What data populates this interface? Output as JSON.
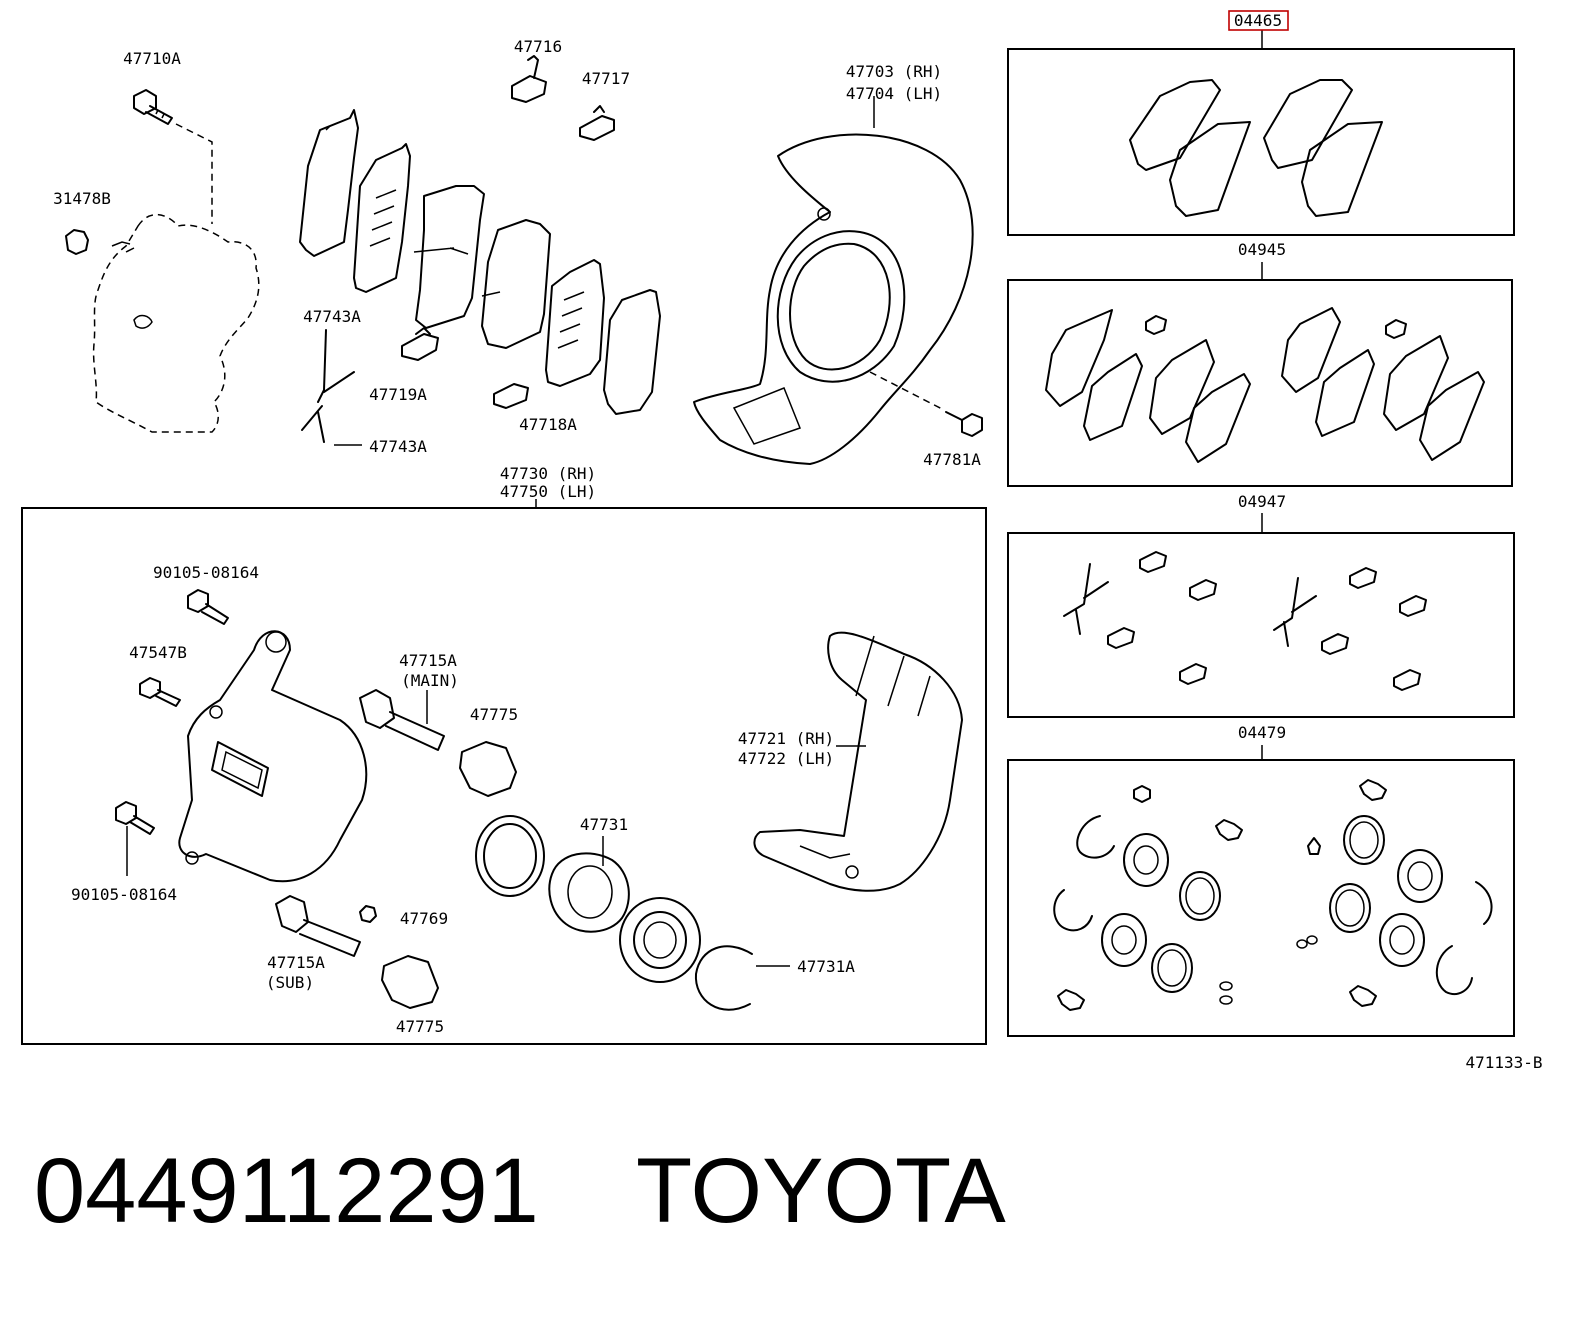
{
  "labels": {
    "bolt_47710a": "47710A",
    "plug_31478b": "31478B",
    "clip_47716": "47716",
    "clip_47717": "47717",
    "spring_47743a_top": "47743A",
    "clip_47719a": "47719A",
    "spring_47743a_bottom": "47743A",
    "clip_47718a": "47718A",
    "cover_rh": "47703 (RH)",
    "cover_lh": "47704 (LH)",
    "bolt_47781a": "47781A",
    "kit_04465": "04465",
    "kit_04945": "04945",
    "kit_04947": "04947",
    "kit_04479": "04479",
    "assy_rh": "47730 (RH)",
    "assy_lh": "47750 (LH)",
    "bolt_top": "90105-08164",
    "bleeder_47547b": "47547B",
    "pin_main": "47715A",
    "pin_main_sub": "(MAIN)",
    "boot_47775_top": "47775",
    "mount_rh": "47721 (RH)",
    "mount_lh": "47722 (LH)",
    "bolt_bottom": "90105-08164",
    "piston_47731": "47731",
    "cap_47769": "47769",
    "pin_sub": "47715A",
    "pin_sub_sub": "(SUB)",
    "ring_47731a": "47731A",
    "boot_47775_bottom": "47775",
    "diagram_code": "471133-B"
  },
  "footer": {
    "part_number": "0449112291",
    "brand": "TOYOTA"
  },
  "colors": {
    "line": "#000000",
    "highlight": "#c00000",
    "background": "#ffffff"
  }
}
